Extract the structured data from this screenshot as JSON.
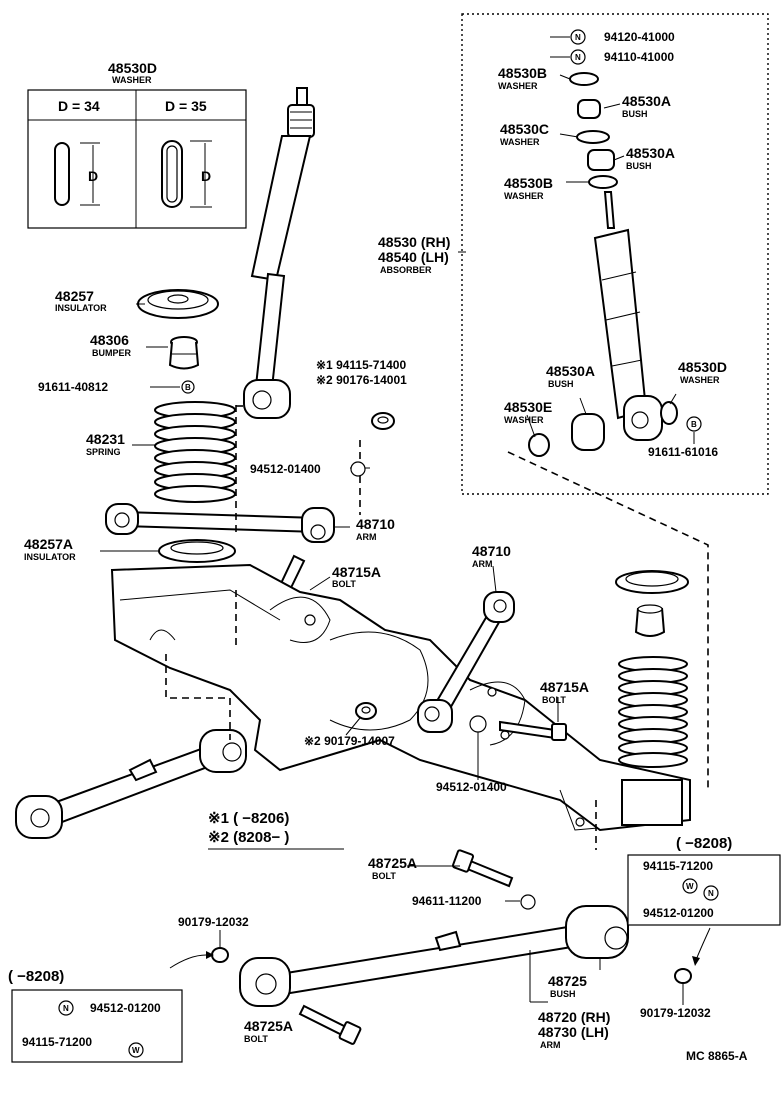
{
  "diagram": {
    "washer_table": {
      "part_no": "48530D",
      "part_name": "WASHER",
      "col1_header": "D = 34",
      "col2_header": "D = 35",
      "dim_label": "D"
    },
    "labels": {
      "insulator_top_no": "48257",
      "insulator_top_name": "INSULATOR",
      "bumper_no": "48306",
      "bumper_name": "BUMPER",
      "bolt_91611": "91611-40812",
      "spring_no": "48231",
      "spring_name": "SPRING",
      "arm_upper_no": "48710",
      "arm_upper_name": "ARM",
      "insulator_low_no": "48257A",
      "insulator_low_name": "INSULATOR",
      "bolt_a_no": "48715A",
      "bolt_a_name": "BOLT",
      "nut1_line1": "※1 94115-71400",
      "nut1_line2": "※2 90176-14001",
      "washer_94512": "94512-01400",
      "arm_right_no": "48710",
      "arm_right_name": "ARM",
      "bolt_right_no": "48715A",
      "bolt_right_name": "BOLT",
      "nut_90179_14007": "※2 90179-14007",
      "washer_94512_b": "94512-01400",
      "note1": "※1 (      −8206)",
      "note2": "※2 (8208−      )",
      "bolt_48725a_no": "48725A",
      "bolt_48725a_name": "BOLT",
      "washer_94611": "94611-11200",
      "nut_90179_12032_left": "90179-12032",
      "box_left_range": "(      −8208)",
      "box_left_n": "N",
      "box_left_w": "W",
      "box_left_p1": "94512-01200",
      "box_left_p2": "94115-71200",
      "bolt_48725a_low_no": "48725A",
      "bolt_48725a_low_name": "BOLT",
      "bush_48725_no": "48725",
      "bush_48725_name": "BUSH",
      "arm_low_rh": "48720 (RH)",
      "arm_low_lh": "48730 (LH)",
      "arm_low_name": "ARM",
      "box_right_range": "(      −8208)",
      "box_right_p1": "94115-71200",
      "box_right_w": "W",
      "box_right_n": "N",
      "box_right_p2": "94512-01200",
      "nut_90179_12032_right": "90179-12032",
      "footer_code": "MC  8865-A"
    },
    "inset": {
      "nut_n1": "94120-41000",
      "nut_n2": "94110-41000",
      "washer_b1_no": "48530B",
      "washer_b1_name": "WASHER",
      "bush_a1_no": "48530A",
      "bush_a1_name": "BUSH",
      "washer_c_no": "48530C",
      "washer_c_name": "WASHER",
      "bush_a2_no": "48530A",
      "bush_a2_name": "BUSH",
      "washer_b2_no": "48530B",
      "washer_b2_name": "WASHER",
      "absorber_rh": "48530 (RH)",
      "absorber_lh": "48540 (LH)",
      "absorber_name": "ABSORBER",
      "bush_a3_no": "48530A",
      "bush_a3_name": "BUSH",
      "washer_d_no": "48530D",
      "washer_d_name": "WASHER",
      "washer_e_no": "48530E",
      "washer_e_name": "WASHER",
      "bolt_91611_61016": "91611-61016"
    },
    "symbols": {
      "nut": "N",
      "washer": "W",
      "bolt": "B"
    }
  }
}
